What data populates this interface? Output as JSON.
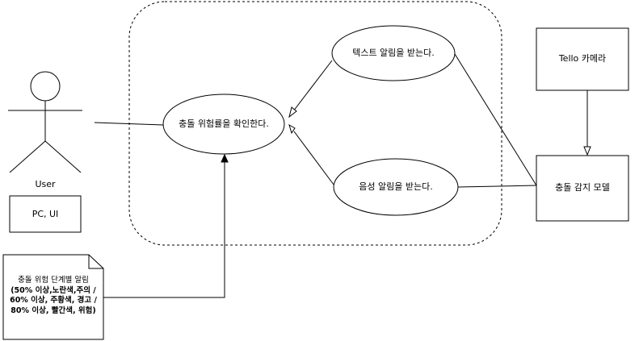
{
  "actor": {
    "name": "User",
    "device": "PC, UI"
  },
  "use_cases": {
    "check_risk": "충돌 위험률을 확인한다.",
    "text_alert": "텍스트 알림을 받는다.",
    "voice_alert": "음성 알림을 받는다."
  },
  "systems": {
    "camera": "Tello 카메라",
    "model": "충돌 감지 모델"
  },
  "note": {
    "lines": [
      "충돌 위험 단계별 알림",
      "(50% 이상,노란색,주의 /",
      "60% 이상, 주황색, 경고 /",
      "80% 이상, 빨간색, 위험)"
    ]
  }
}
